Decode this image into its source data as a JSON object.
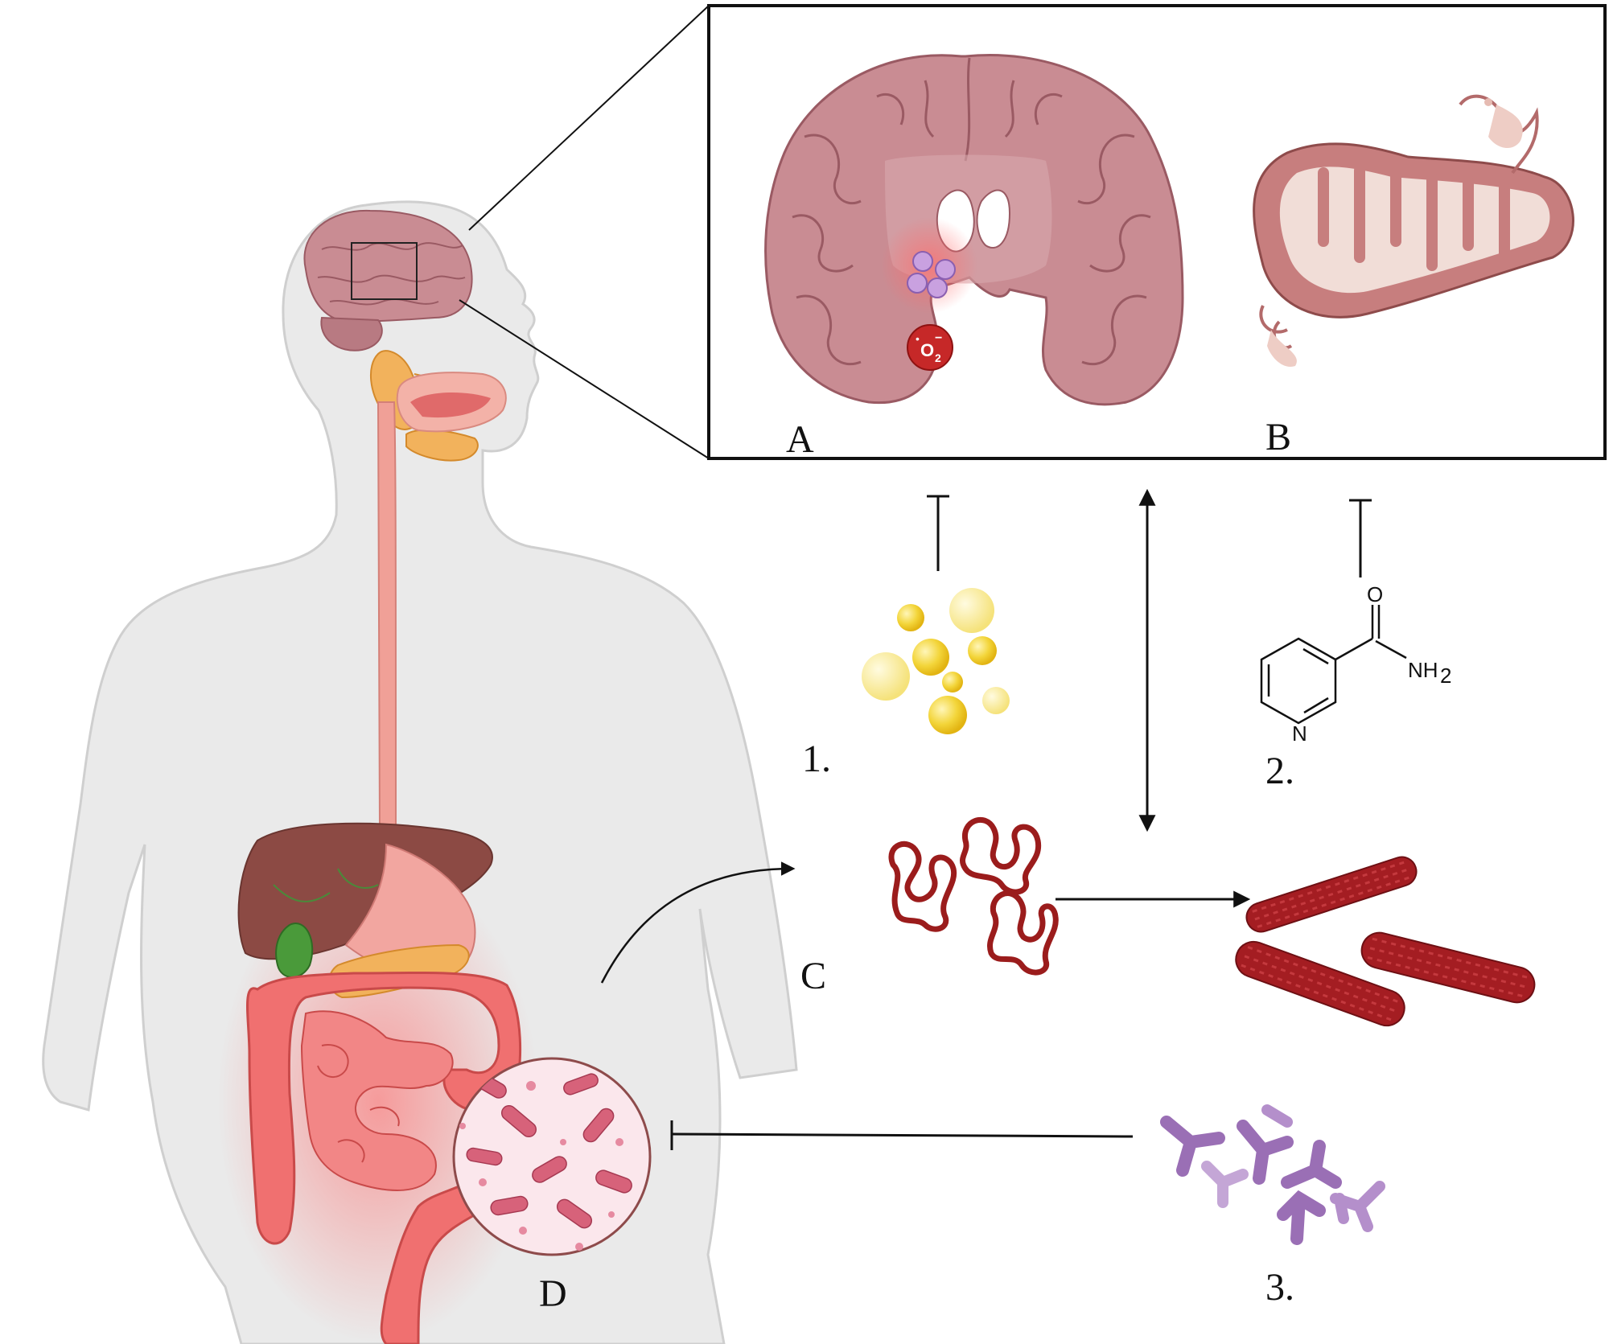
{
  "labels": {
    "panel_a": "A",
    "panel_b": "B",
    "panel_c": "C",
    "panel_d": "D",
    "item_1": "1.",
    "item_2": "2.",
    "item_3": "3."
  },
  "molecule": {
    "oxygen": "O",
    "amine": "NH",
    "amine_subscript": "2",
    "nitrogen": "N"
  },
  "superoxide": {
    "symbol": "O",
    "subscript": "2",
    "charge": "−",
    "radical_dot": "•"
  },
  "colors": {
    "brain": "#c98c93",
    "brain_outline": "#9a5a63",
    "mitochondrion": "#c77e7e",
    "alpha_synuclein": "#9b1c1c",
    "fibril": "#a41d22",
    "bacteria": "#d7627a",
    "microbiome_bg": "#fbe7ec",
    "lipid_droplet": "#f3c928",
    "purple_molecule": "#9a6fb5",
    "inflamed_gut": "#f07070",
    "esophagus": "#f0a097",
    "liver": "#8c4a44",
    "gallbladder": "#4a9a3a",
    "salivary_gland": "#f2b25c",
    "body_silhouette": "#e8e8e8",
    "arrow": "#111111"
  }
}
